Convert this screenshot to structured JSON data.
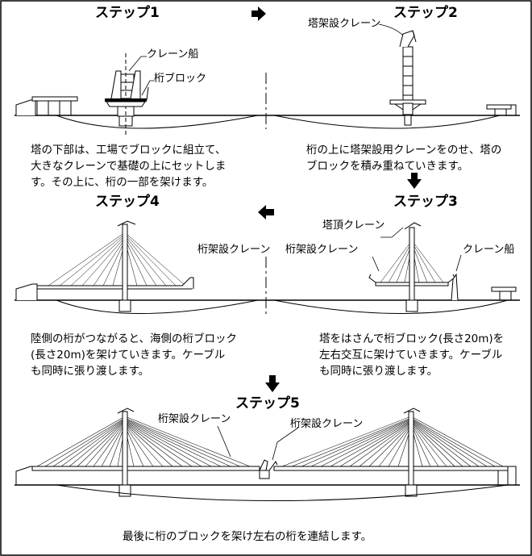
{
  "steps": [
    {
      "id": "step1",
      "title": "ステップ1",
      "labels": {
        "crane_ship": "クレーン船",
        "girder_block": "桁ブロック"
      },
      "description": [
        "塔の下部は、工場でブロックに組立て、",
        "大きなクレーンで基礎の上にセットしま",
        "す。その上に、桁の一部を架けます。"
      ]
    },
    {
      "id": "step2",
      "title": "ステップ2",
      "labels": {
        "tower_crane": "塔架設クレーン"
      },
      "description": [
        "桁の上に塔架設用クレーンをのせ、塔の",
        "ブロックを積み重ねていきます。"
      ]
    },
    {
      "id": "step3",
      "title": "ステップ3",
      "labels": {
        "tower_top_crane": "塔頂クレーン",
        "girder_crane": "桁架設クレーン",
        "crane_ship": "クレーン船"
      },
      "description": [
        "塔をはさんで桁ブロック(長さ20m)を",
        "左右交互に架けていきます。ケーブル",
        "も同時に張り渡します。"
      ]
    },
    {
      "id": "step4",
      "title": "ステップ4",
      "labels": {
        "girder_crane": "桁架設クレーン"
      },
      "description": [
        "陸側の桁がつながると、海側の桁ブロック",
        "(長さ20m)を架けていきます。ケーブル",
        "も同時に張り渡します。"
      ]
    },
    {
      "id": "step5",
      "title": "ステップ5",
      "labels": {
        "girder_crane_left": "桁架設クレーン",
        "girder_crane_right": "桁架設クレーン"
      },
      "description": [
        "最後に桁のブロックを架け左右の桁を連結します。"
      ]
    }
  ],
  "flow_arrows": [
    {
      "from": "step1",
      "to": "step2",
      "direction": "right"
    },
    {
      "from": "step2",
      "to": "step3",
      "direction": "down"
    },
    {
      "from": "step3",
      "to": "step4",
      "direction": "left"
    },
    {
      "from": "step4",
      "to": "step5",
      "direction": "down"
    }
  ],
  "colors": {
    "ink": "#000000",
    "fill": "#ffffff",
    "ground": "#000000"
  }
}
